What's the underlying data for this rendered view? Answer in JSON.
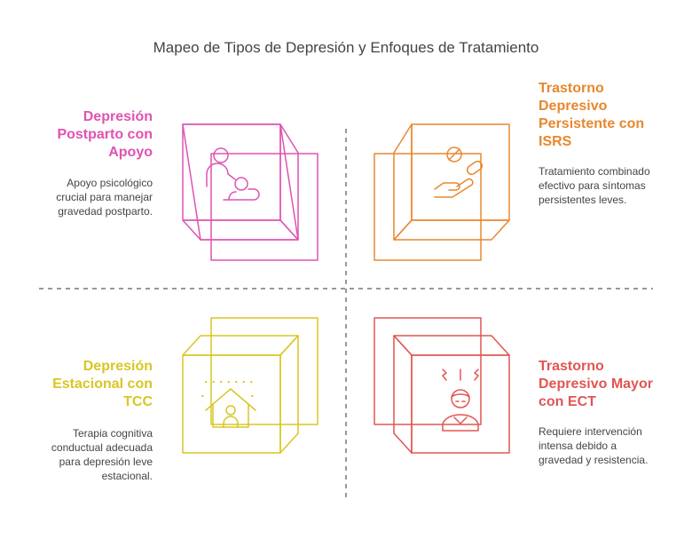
{
  "title": "Mapeo de Tipos de Depresión y Enfoques de Tratamiento",
  "colors": {
    "pink": "#E052B2",
    "orange": "#E8872E",
    "yellow": "#D8C623",
    "red": "#E05652",
    "divider": "#777777"
  },
  "quadrants": {
    "top_left": {
      "heading": "Depresión Postparto con Apoyo",
      "description": "Apoyo psicológico crucial para manejar gravedad postparto.",
      "icon": "mother-baby-icon"
    },
    "top_right": {
      "heading": "Trastorno Depresivo Persistente con ISRS",
      "description": "Tratamiento combinado efectivo para síntomas persistentes leves.",
      "icon": "pills-hand-icon"
    },
    "bottom_left": {
      "heading": "Depresión Estacional con TCC",
      "description": "Terapia cognitiva conductual adecuada para depresión leve estacional.",
      "icon": "person-house-icon"
    },
    "bottom_right": {
      "heading": "Trastorno Depresivo Mayor con ECT",
      "description": "Requiere intervención intensa debido a gravedad y resistencia.",
      "icon": "stressed-person-icon"
    }
  }
}
